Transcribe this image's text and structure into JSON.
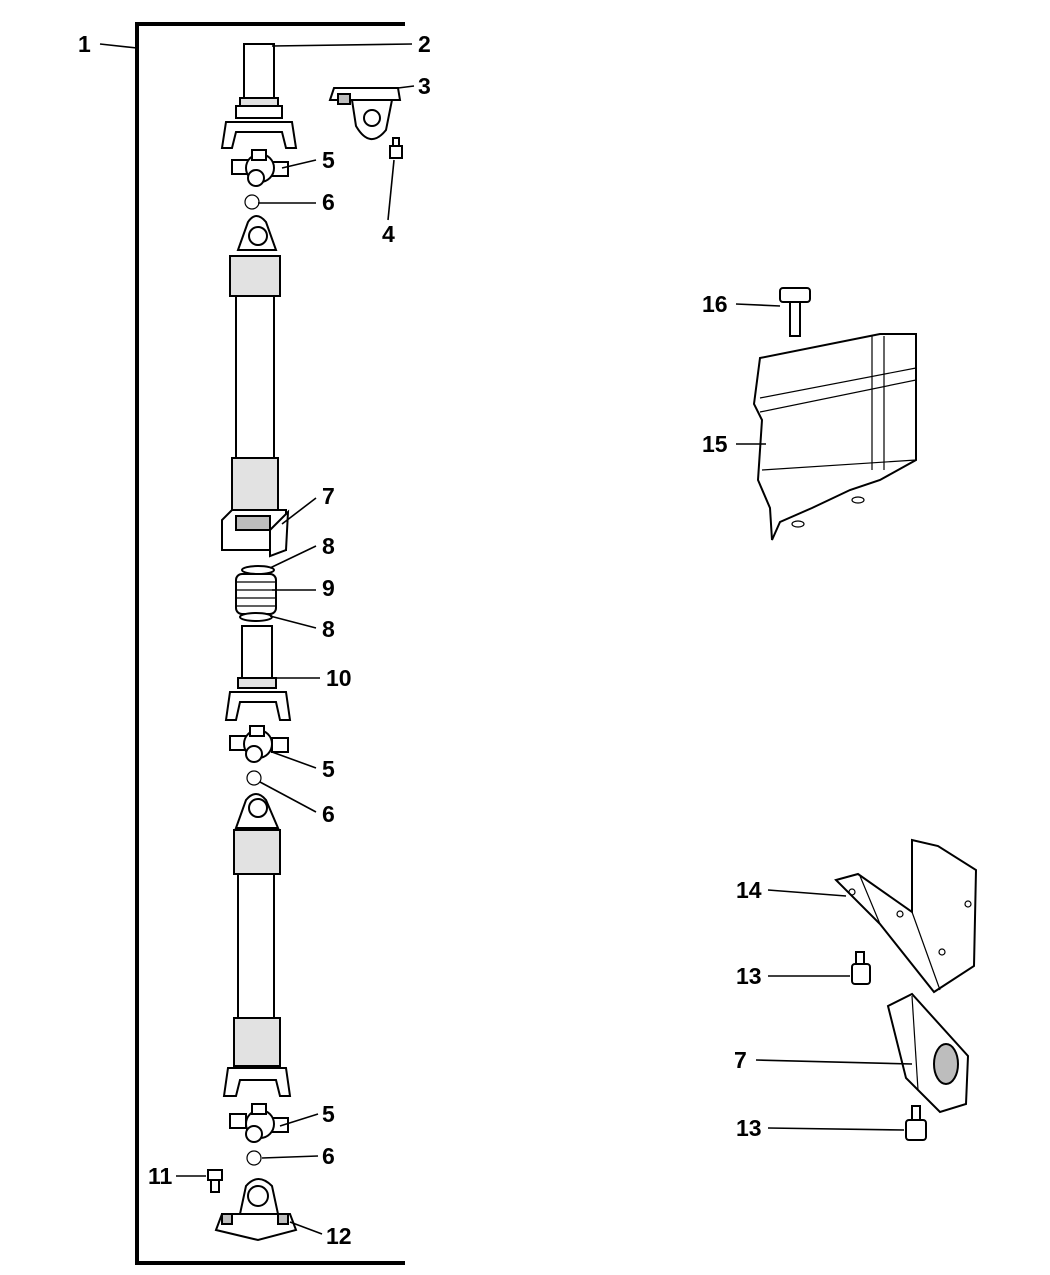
{
  "callouts": {
    "c1": "1",
    "c2": "2",
    "c3": "3",
    "c4": "4",
    "c5a": "5",
    "c5b": "5",
    "c5c": "5",
    "c6a": "6",
    "c6b": "6",
    "c6c": "6",
    "c7a": "7",
    "c7b": "7",
    "c8a": "8",
    "c8b": "8",
    "c9": "9",
    "c10": "10",
    "c11": "11",
    "c12": "12",
    "c13a": "13",
    "c13b": "13",
    "c14": "14",
    "c15": "15",
    "c16": "16"
  }
}
